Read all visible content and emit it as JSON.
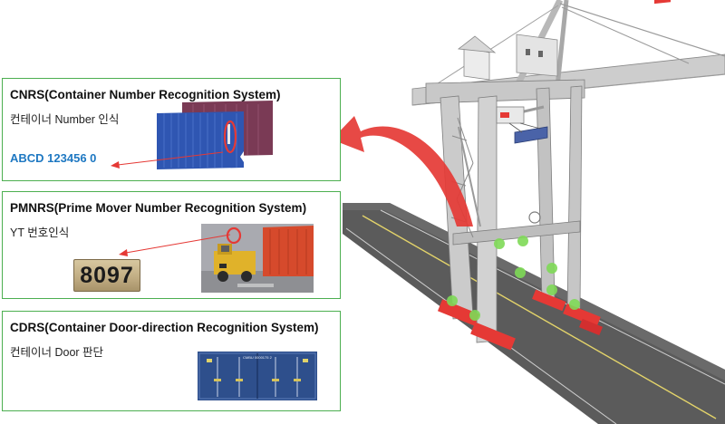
{
  "colors": {
    "panel_border": "#4caf50",
    "highlight_red": "#e53935",
    "code_blue": "#1e78c2",
    "crane_gray": "#c9c9c9",
    "road_gray": "#5a5a5a",
    "sensor_green": "#7ed957"
  },
  "panels": [
    {
      "title": "CNRS(Container Number Recognition System)",
      "subtitle": "컨테이너 Number 인식",
      "result": "ABCD 123456 0"
    },
    {
      "title": "PMNRS(Prime Mover Number Recognition System)",
      "subtitle": "YT 번호인식",
      "result": "8097"
    },
    {
      "title": "CDRS(Container Door-direction Recognition System)",
      "subtitle": "컨테이너 Door 판단",
      "container_label": "CMBU 0000175 2"
    }
  ],
  "icons": [
    "curved-red-arrow-icon",
    "red-pointer-arrow-icon",
    "sensor-icon"
  ]
}
